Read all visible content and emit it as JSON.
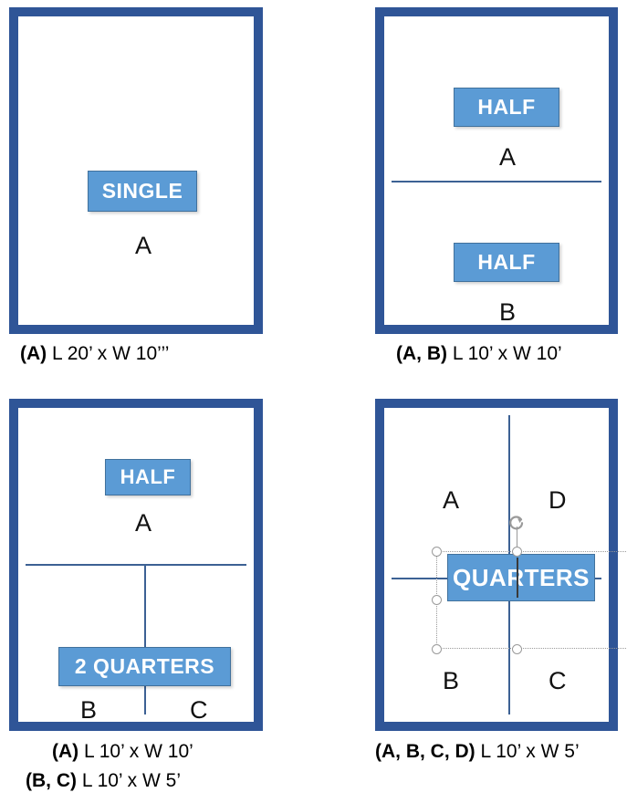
{
  "diagram": {
    "title": "Storage unit subdivision layouts",
    "colors": {
      "frame_navy": "#2f5597",
      "chip_blue": "#5b9bd5",
      "chip_border": "#41719c",
      "divider_blue": "#3c6194",
      "handle_gray": "#9a9a9a",
      "text_black": "#111111"
    }
  },
  "panels": [
    {
      "id": "panel-single",
      "chips": [
        {
          "label": "SINGLE"
        }
      ],
      "rooms": [
        {
          "letter": "A"
        }
      ],
      "caption_lines": [
        {
          "bold": "(A)",
          "rest": " L 20’ x W 10’’’"
        }
      ]
    },
    {
      "id": "panel-halves",
      "chips": [
        {
          "label": "HALF"
        },
        {
          "label": "HALF"
        }
      ],
      "rooms": [
        {
          "letter": "A"
        },
        {
          "letter": "B"
        }
      ],
      "caption_lines": [
        {
          "bold": "(A, B)",
          "rest": " L 10’ x W 10’"
        }
      ]
    },
    {
      "id": "panel-half-and-two-quarters",
      "chips": [
        {
          "label": "HALF"
        },
        {
          "label": "2 QUARTERS"
        }
      ],
      "rooms": [
        {
          "letter": "A"
        },
        {
          "letter": "B"
        },
        {
          "letter": "C"
        }
      ],
      "caption_lines": [
        {
          "bold": "(A)",
          "rest": " L 10’ x W 10’"
        },
        {
          "bold": "(B, C)",
          "rest": " L 10’ x W 5’"
        }
      ]
    },
    {
      "id": "panel-quarters",
      "chips": [
        {
          "label": "QUARTERS"
        }
      ],
      "rooms": [
        {
          "letter": "A"
        },
        {
          "letter": "D"
        },
        {
          "letter": "B"
        },
        {
          "letter": "C"
        }
      ],
      "caption_lines": [
        {
          "bold": "(A, B, C, D)",
          "rest": " L 10’ x W 5’"
        }
      ],
      "selection": {
        "state": "selected-editing",
        "handle_count": 8,
        "rotation_handle": "rotate-icon",
        "text_caret": "|"
      }
    }
  ]
}
